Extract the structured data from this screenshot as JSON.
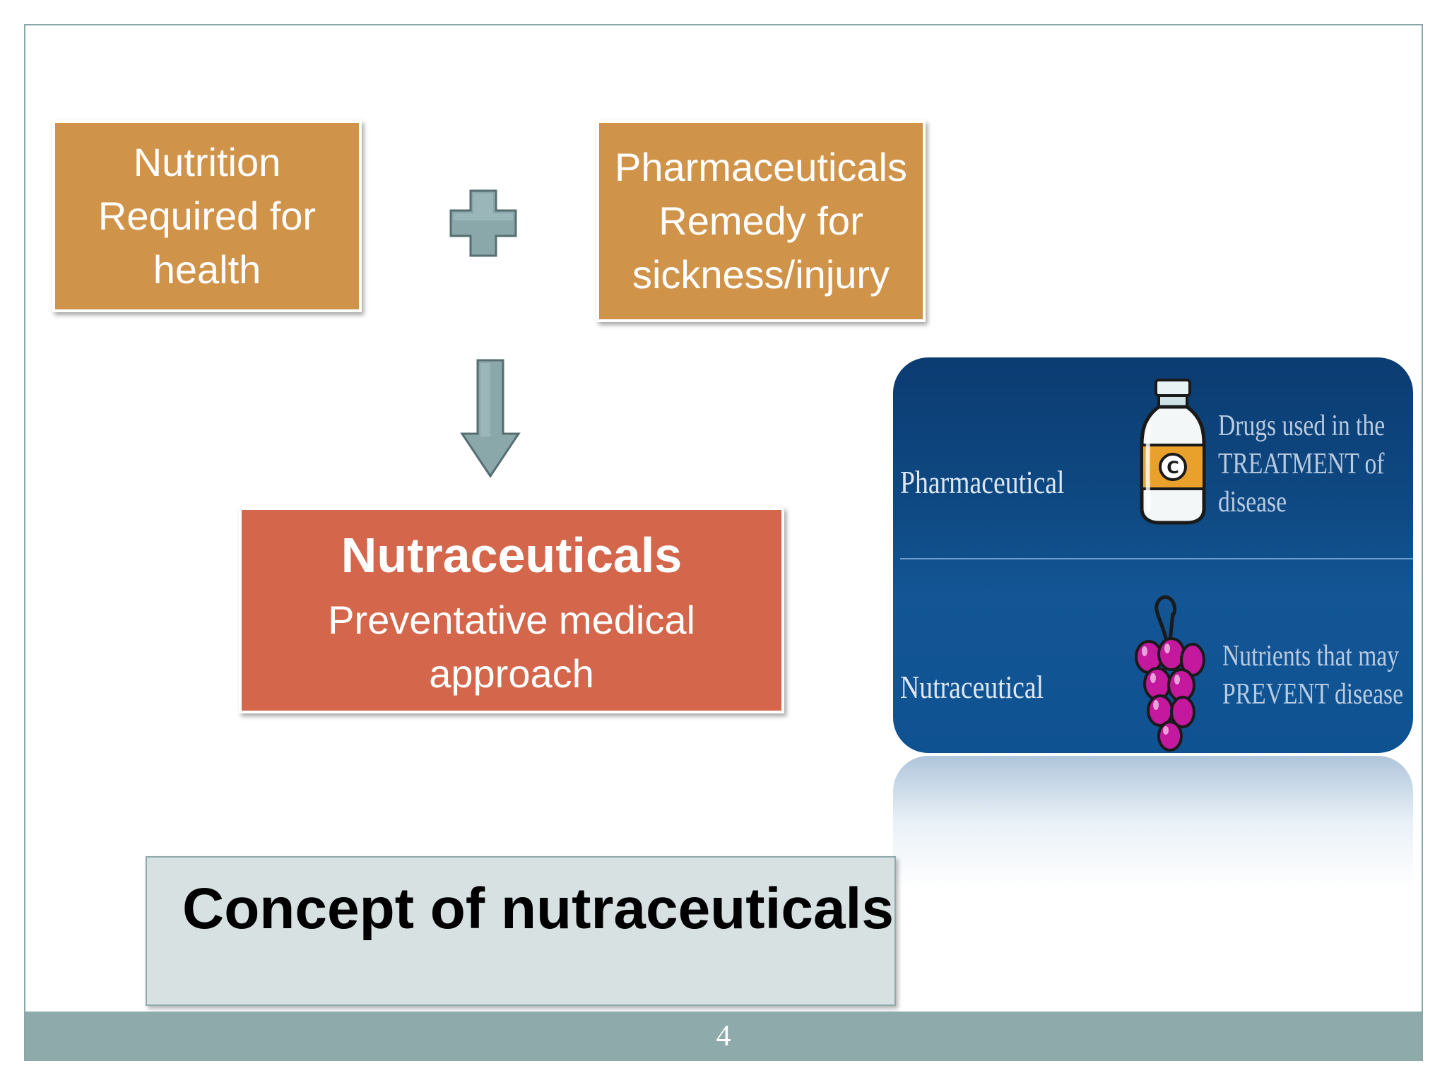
{
  "slide": {
    "page_number": "4",
    "title": "Concept of nutraceuticals"
  },
  "boxes": {
    "nutrition": {
      "lines": [
        "Nutrition",
        "Required for",
        "health"
      ],
      "color": "#d0934a"
    },
    "pharmaceuticals": {
      "lines": [
        "Pharmaceuticals",
        "Remedy for",
        "sickness/injury"
      ],
      "color": "#d0934a"
    },
    "nutraceuticals": {
      "title": "Nutraceuticals",
      "lines": [
        "Preventative medical",
        "approach"
      ],
      "color": "#d3664b"
    }
  },
  "icons": {
    "plus": "plus-icon",
    "arrow": "down-arrow-icon",
    "bottle": "medicine-bottle-icon",
    "grapes": "grapes-icon"
  },
  "figure": {
    "rows": [
      {
        "label": "Pharmaceutical",
        "desc": [
          "Drugs used in the",
          "TREATMENT of",
          "disease"
        ]
      },
      {
        "label": "Nutraceutical",
        "desc": [
          "Nutrients that may",
          "PREVENT disease"
        ]
      }
    ]
  }
}
